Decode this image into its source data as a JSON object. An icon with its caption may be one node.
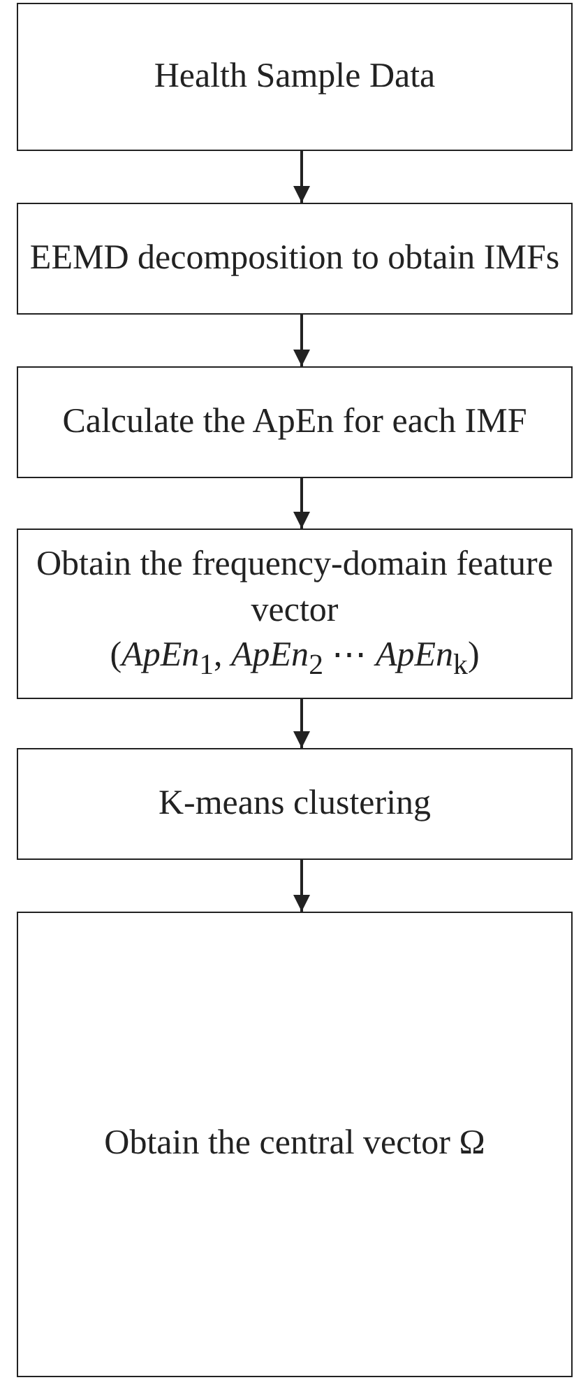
{
  "diagram": {
    "nodes": [
      {
        "text": [
          "Health Sample Data"
        ]
      },
      {
        "text": [
          "EEMD decomposition to obtain IMFs"
        ]
      },
      {
        "text": [
          "Calculate the ApEn for each IMF"
        ]
      },
      {
        "text": [
          "Obtain the frequency-domain feature vector",
          "(*ApEn*$_{1}$, *ApEn*$_{2}$ ⋯ *ApEn*$_{k}$)"
        ]
      },
      {
        "text": [
          "K-means clustering"
        ]
      },
      {
        "text": [
          "Obtain the central vector Ω"
        ]
      }
    ],
    "edges": [
      {
        "from": 0,
        "to": 1,
        "arrow": "to"
      },
      {
        "from": 1,
        "to": 2,
        "arrow": "to"
      },
      {
        "from": 2,
        "to": 3,
        "arrow": "to"
      },
      {
        "from": 3,
        "to": 4,
        "arrow": "to"
      },
      {
        "from": 4,
        "to": 5,
        "arrow": "to"
      }
    ]
  }
}
